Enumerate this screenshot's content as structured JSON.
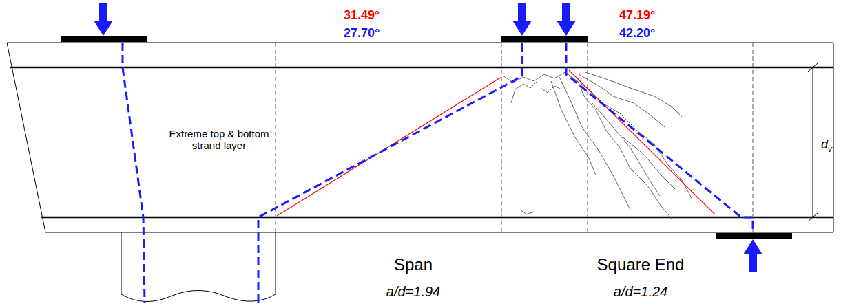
{
  "diagram": {
    "labels": [
      "31.49°",
      "27.70°",
      "47.19°",
      "42.20°",
      "Extreme top & bottom strand layer",
      "d",
      "v",
      "Span",
      "a/d=1.94",
      "Square End",
      "a/d=1.24"
    ]
  }
}
